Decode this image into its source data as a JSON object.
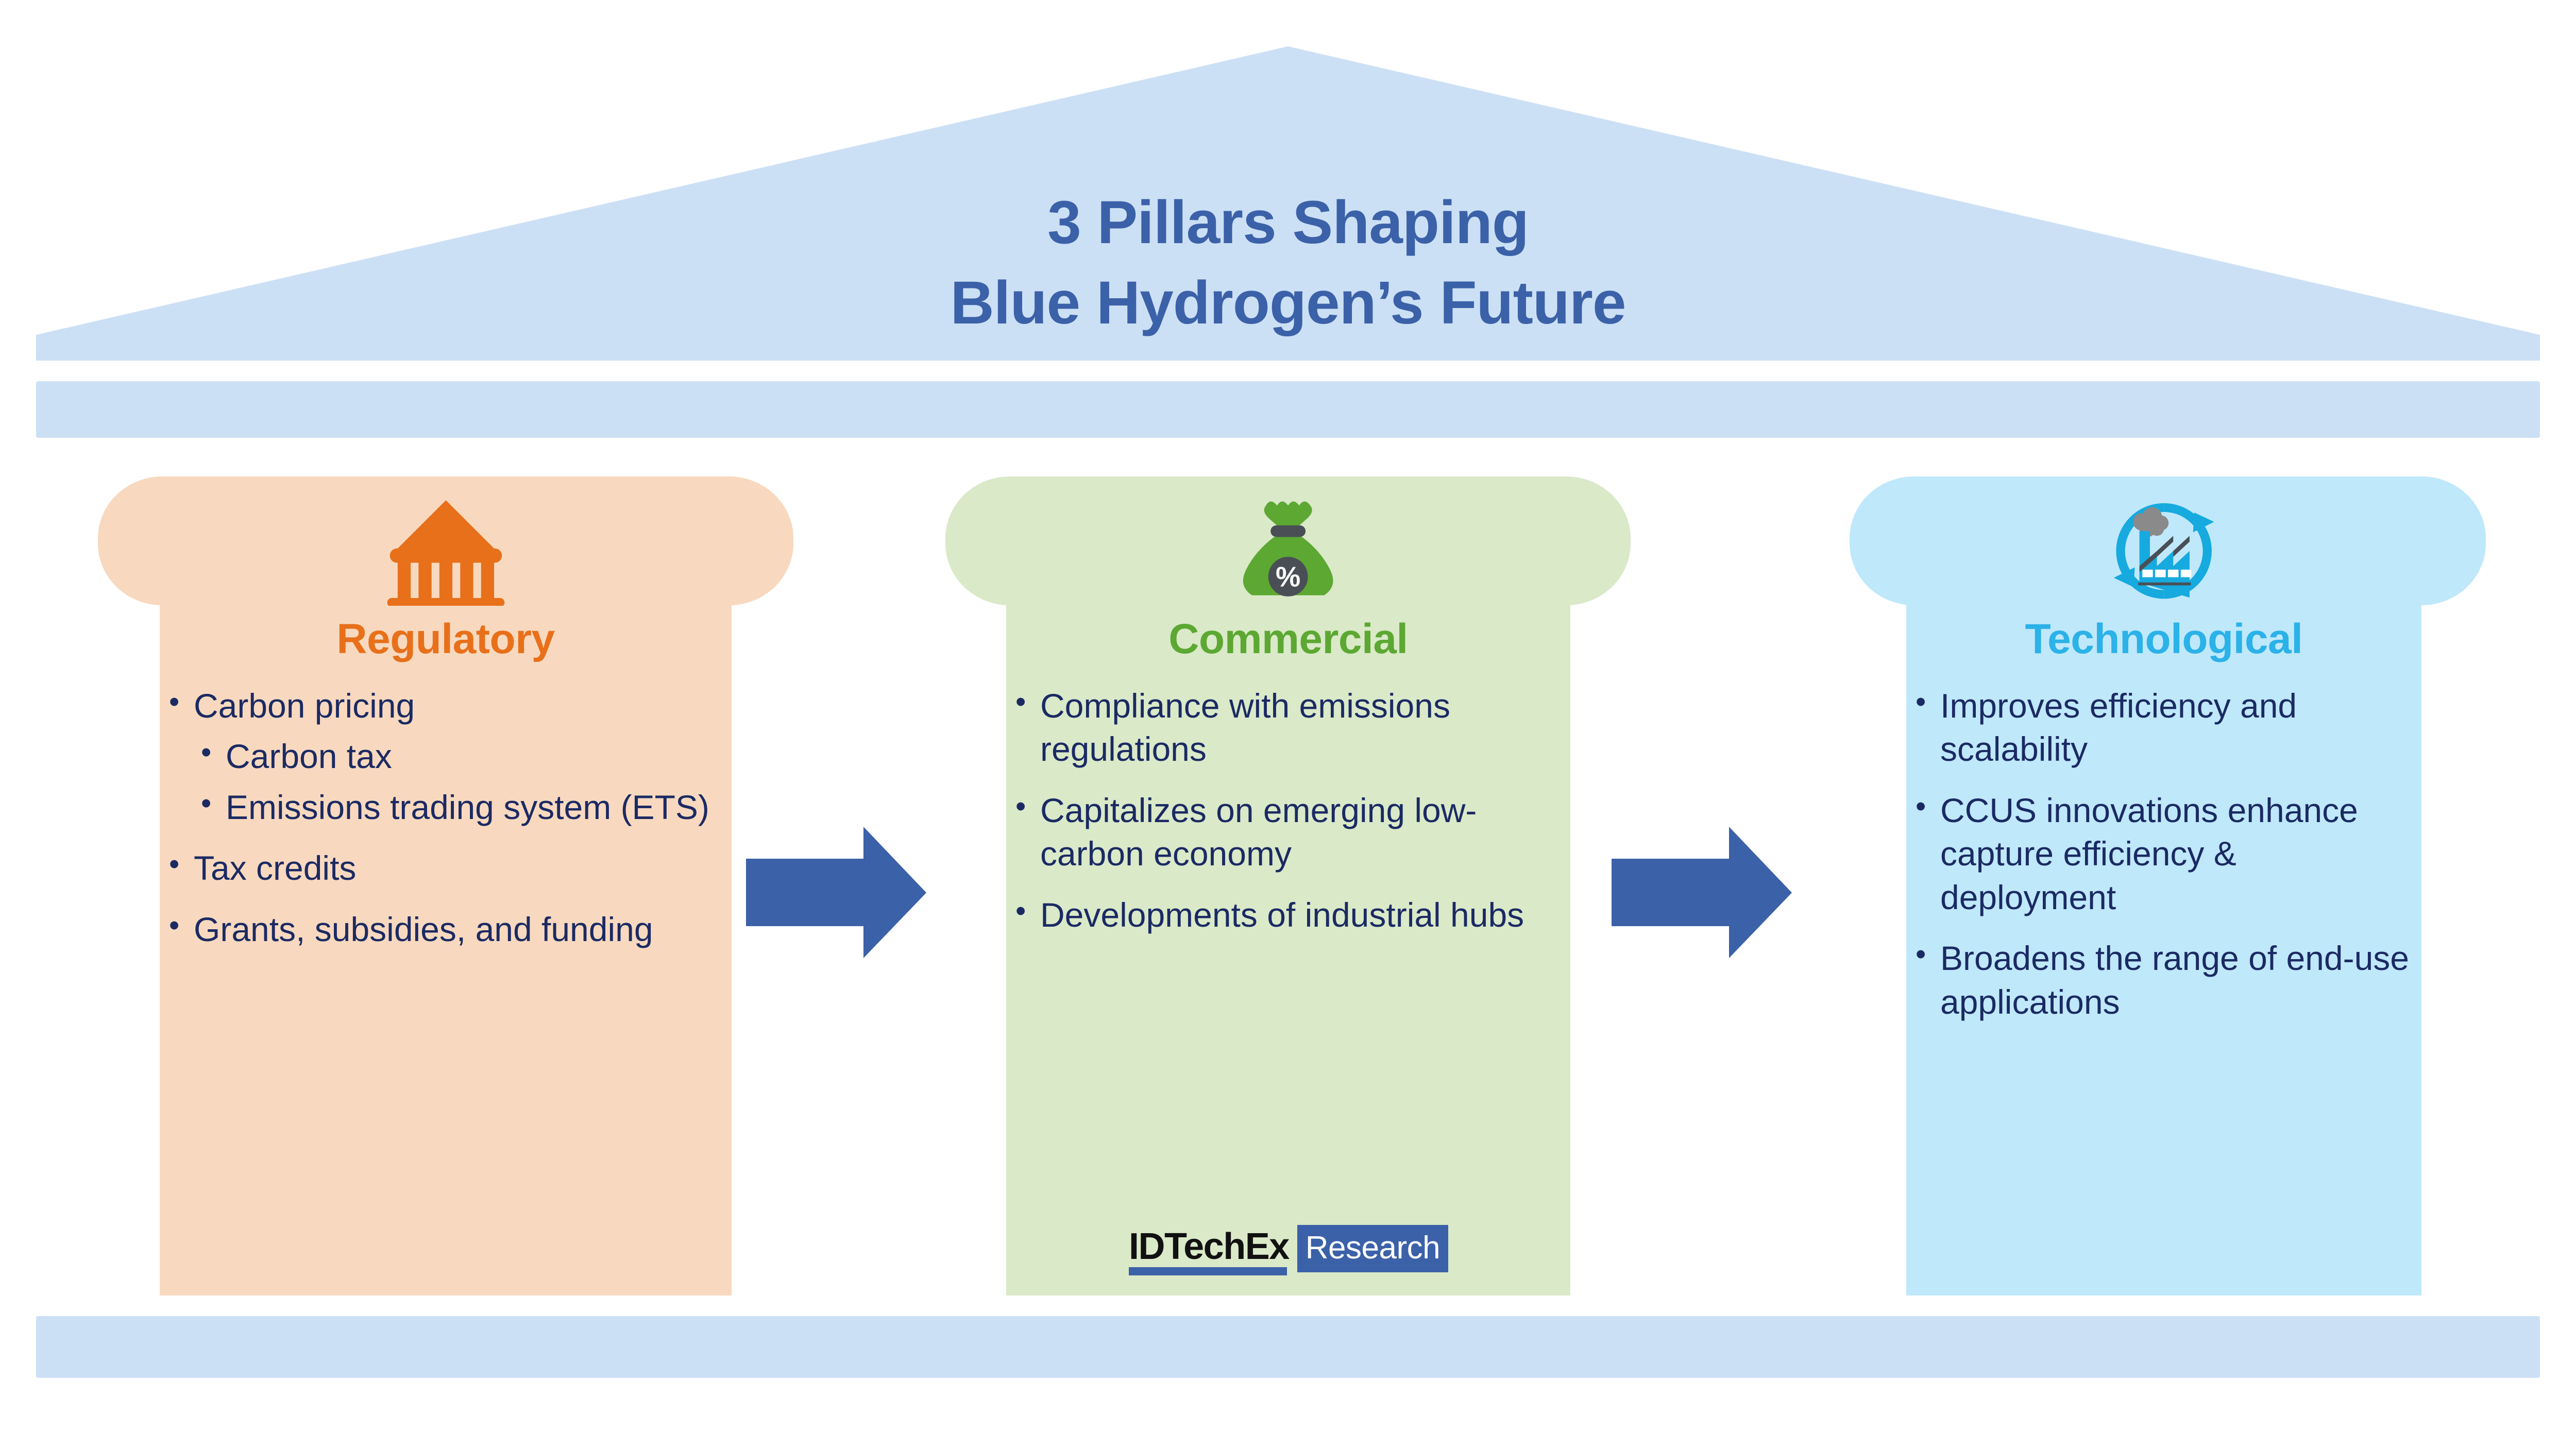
{
  "header": {
    "title_line1": "3 Pillars Shaping",
    "title_line2": "Blue Hydrogen’s Future",
    "title_color": "#3B61A8",
    "pediment_color": "#CCE0F5"
  },
  "colors": {
    "navy_text": "#1B2A63",
    "arrow": "#3B61A8",
    "regulatory_accent": "#E8701A",
    "commercial_accent": "#5CA832",
    "technological_accent": "#2BB2E8",
    "regulatory_bg": "#F8D9BF",
    "commercial_bg": "#DAE9C8",
    "technological_bg": "#BFE8FB",
    "smoke_grey": "#8A8A8A",
    "dark_grey": "#4A4F56"
  },
  "pillars": [
    {
      "id": "regulatory",
      "title": "Regulatory",
      "icon": "bank-icon",
      "accent": "#E8701A",
      "bullets": [
        {
          "text": "Carbon pricing",
          "sub": [
            "Carbon tax",
            "Emissions trading system (ETS)"
          ]
        },
        {
          "text": "Tax credits",
          "sub": []
        },
        {
          "text": "Grants, subsidies, and funding",
          "sub": []
        }
      ]
    },
    {
      "id": "commercial",
      "title": "Commercial",
      "icon": "money-bag-icon",
      "accent": "#5CA832",
      "bullets": [
        {
          "text": "Compliance with emissions regulations",
          "sub": []
        },
        {
          "text": "Capitalizes on emerging low-carbon economy",
          "sub": []
        },
        {
          "text": "Developments of industrial hubs",
          "sub": []
        }
      ]
    },
    {
      "id": "technological",
      "title": "Technological",
      "icon": "factory-recycle-icon",
      "accent": "#2BB2E8",
      "bullets": [
        {
          "text": "Improves efficiency and scalability",
          "sub": []
        },
        {
          "text": "CCUS innovations enhance capture efficiency & deployment",
          "sub": []
        },
        {
          "text": "Broadens the range of end-use applications",
          "sub": []
        }
      ]
    }
  ],
  "arrows": [
    {
      "id": "arrow-1",
      "direction": "right"
    },
    {
      "id": "arrow-2",
      "direction": "right"
    }
  ],
  "logo": {
    "word": "IDTechEx",
    "badge": "Research"
  }
}
